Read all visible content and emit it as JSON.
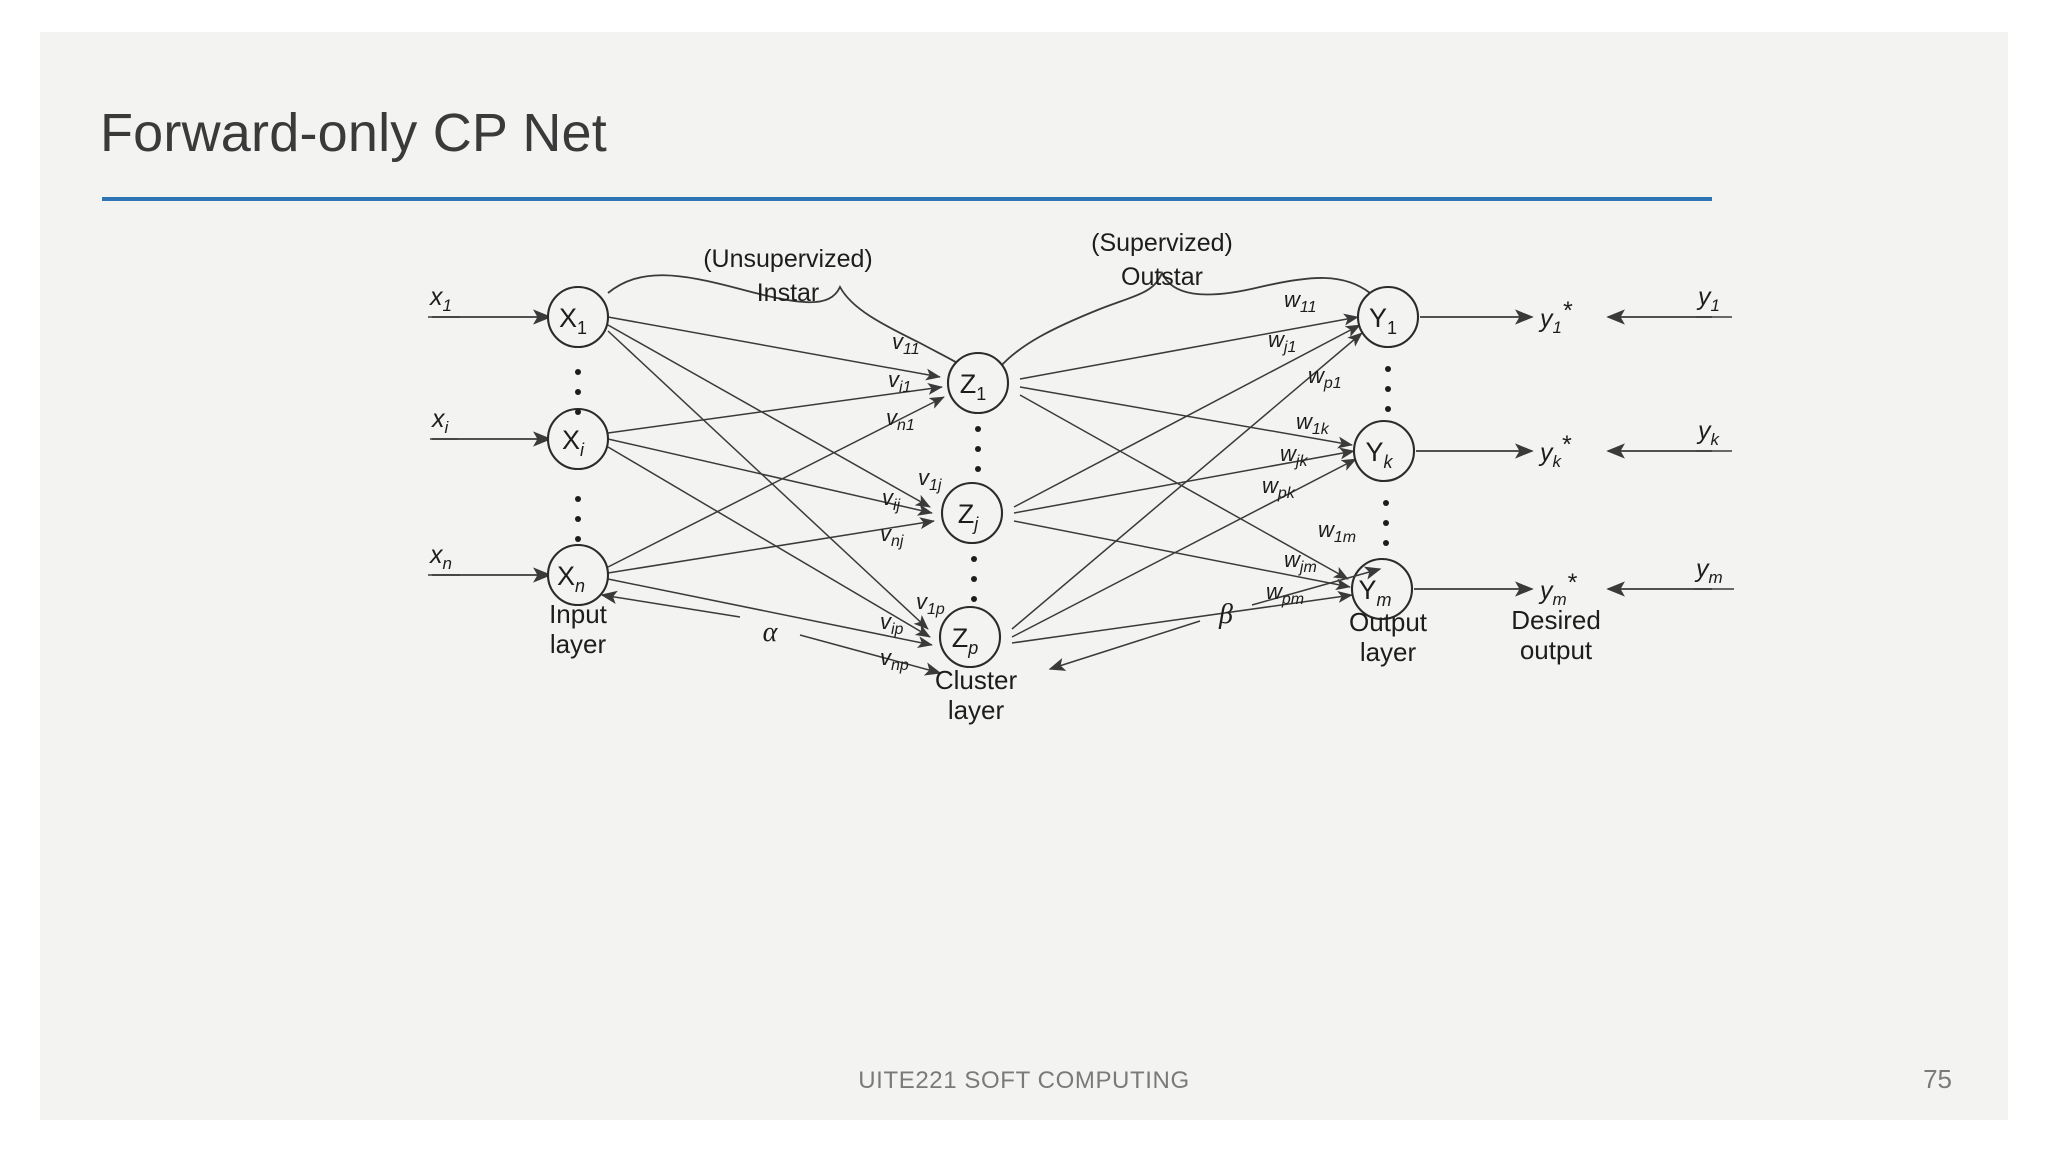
{
  "slide": {
    "title": "Forward-only CP Net",
    "accent_color": "#2e75b6",
    "background_color": "#f3f3f2",
    "page_background": "#ffffff"
  },
  "footer": {
    "course": "UITE221 SOFT COMPUTING",
    "page_number": "75"
  },
  "diagram": {
    "type": "neural-network",
    "group_labels": {
      "instar_top": "(Unsupervized)",
      "instar_bottom": "Instar",
      "outstar_top": "(Supervized)",
      "outstar_bottom": "Outstar"
    },
    "layer_labels": {
      "input_line1": "Input",
      "input_line2": "layer",
      "cluster_line1": "Cluster",
      "cluster_line2": "layer",
      "output_line1": "Output",
      "output_line2": "layer",
      "desired_line1": "Desired",
      "desired_line2": "output"
    },
    "learning_rates": {
      "input_to_cluster": "α",
      "cluster_to_output": "β"
    },
    "input_signals": [
      {
        "base": "x",
        "sub": "1"
      },
      {
        "base": "x",
        "sub": "i"
      },
      {
        "base": "x",
        "sub": "n"
      }
    ],
    "input_nodes": [
      {
        "base": "X",
        "sub": "1"
      },
      {
        "base": "X",
        "sub": "i"
      },
      {
        "base": "X",
        "sub": "n"
      }
    ],
    "cluster_nodes": [
      {
        "base": "Z",
        "sub": "1"
      },
      {
        "base": "Z",
        "sub": "j"
      },
      {
        "base": "Z",
        "sub": "p"
      }
    ],
    "output_nodes": [
      {
        "base": "Y",
        "sub": "1"
      },
      {
        "base": "Y",
        "sub": "k"
      },
      {
        "base": "Y",
        "sub": "m"
      }
    ],
    "computed_outputs": [
      {
        "base": "y",
        "sub": "1",
        "star": "*"
      },
      {
        "base": "y",
        "sub": "k",
        "star": "*"
      },
      {
        "base": "y",
        "sub": "m",
        "star": "*"
      }
    ],
    "desired_outputs": [
      {
        "base": "y",
        "sub": "1"
      },
      {
        "base": "y",
        "sub": "k"
      },
      {
        "base": "y",
        "sub": "m"
      }
    ],
    "v_weights": [
      {
        "base": "v",
        "sub": "11"
      },
      {
        "base": "v",
        "sub": "i1"
      },
      {
        "base": "v",
        "sub": "n1"
      },
      {
        "base": "v",
        "sub": "1j"
      },
      {
        "base": "v",
        "sub": "ij"
      },
      {
        "base": "v",
        "sub": "nj"
      },
      {
        "base": "v",
        "sub": "1p"
      },
      {
        "base": "v",
        "sub": "ip"
      },
      {
        "base": "v",
        "sub": "np"
      }
    ],
    "w_weights": [
      {
        "base": "w",
        "sub": "11"
      },
      {
        "base": "w",
        "sub": "j1"
      },
      {
        "base": "w",
        "sub": "p1"
      },
      {
        "base": "w",
        "sub": "1k"
      },
      {
        "base": "w",
        "sub": "jk"
      },
      {
        "base": "w",
        "sub": "pk"
      },
      {
        "base": "w",
        "sub": "1m"
      },
      {
        "base": "w",
        "sub": "jm"
      },
      {
        "base": "w",
        "sub": "pm"
      }
    ]
  }
}
